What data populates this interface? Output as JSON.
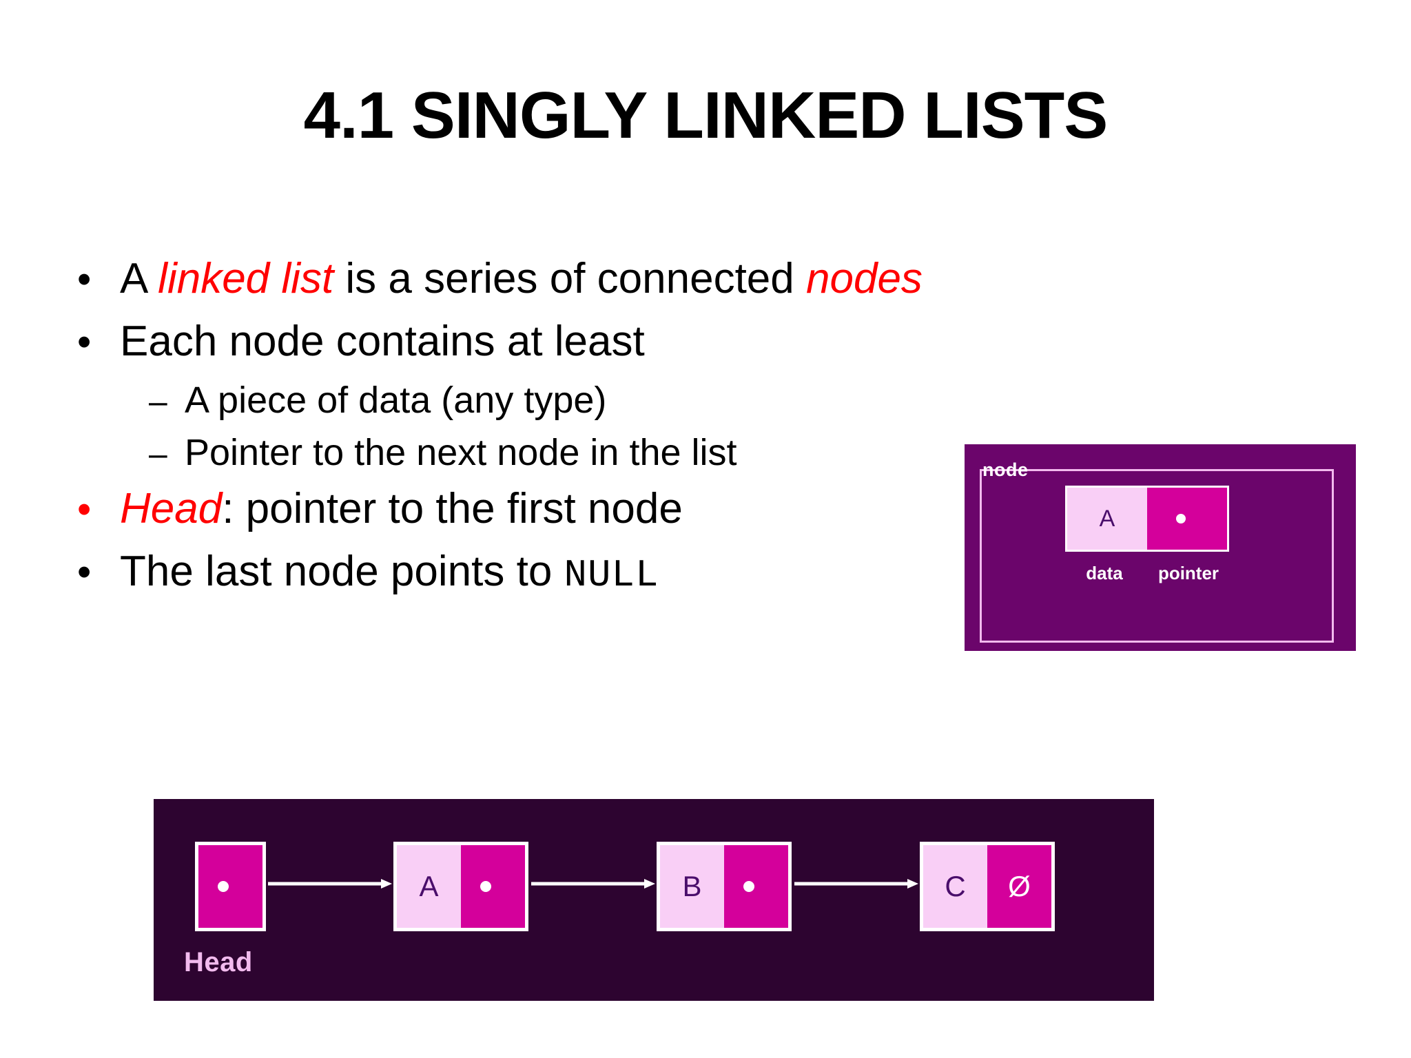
{
  "slide": {
    "title": "4.1 SINGLY LINKED LISTS",
    "background_color": "#FFFFFF",
    "accent_red": "#FF0000",
    "figure_purple": "#6B056B",
    "figure_dark_purple": "#2D0430",
    "figure_magenta": "#D4009B",
    "figure_pink": "#F9CFF6"
  },
  "bullets": [
    {
      "level": 1,
      "marker": "•",
      "marker_color": "black",
      "segments": [
        {
          "text": "A ",
          "style": "plain"
        },
        {
          "text": "linked list",
          "style": "highlight"
        },
        {
          "text": " is a series of connected ",
          "style": "plain"
        },
        {
          "text": "nodes",
          "style": "highlight"
        }
      ]
    },
    {
      "level": 1,
      "marker": "•",
      "marker_color": "black",
      "segments": [
        {
          "text": "Each node contains at least",
          "style": "plain"
        }
      ]
    },
    {
      "level": 2,
      "marker": "–",
      "marker_color": "black",
      "segments": [
        {
          "text": "A piece of data (any type)",
          "style": "plain"
        }
      ]
    },
    {
      "level": 2,
      "marker": "–",
      "marker_color": "black",
      "segments": [
        {
          "text": "Pointer to the next node in the list",
          "style": "plain"
        }
      ]
    },
    {
      "level": 1,
      "marker": "•",
      "marker_color": "red",
      "segments": [
        {
          "text": "Head",
          "style": "highlight"
        },
        {
          "text": ": pointer to the first node",
          "style": "plain"
        }
      ]
    },
    {
      "level": 1,
      "marker": "•",
      "marker_color": "black",
      "segments": [
        {
          "text": "The last node points to ",
          "style": "plain"
        },
        {
          "text": "NULL",
          "style": "mono"
        }
      ]
    }
  ],
  "node_figure": {
    "label": "node",
    "data_value": "A",
    "pointer_value": "",
    "captions": [
      "data",
      "pointer"
    ]
  },
  "list_figure": {
    "head_label": "Head",
    "nodes": [
      {
        "data": "",
        "pointer": "",
        "has_data_cell": false
      },
      {
        "data": "A",
        "pointer": "",
        "has_data_cell": true
      },
      {
        "data": "B",
        "pointer": "",
        "has_data_cell": true
      },
      {
        "data": "C",
        "pointer": "Ø",
        "has_data_cell": true
      }
    ]
  }
}
